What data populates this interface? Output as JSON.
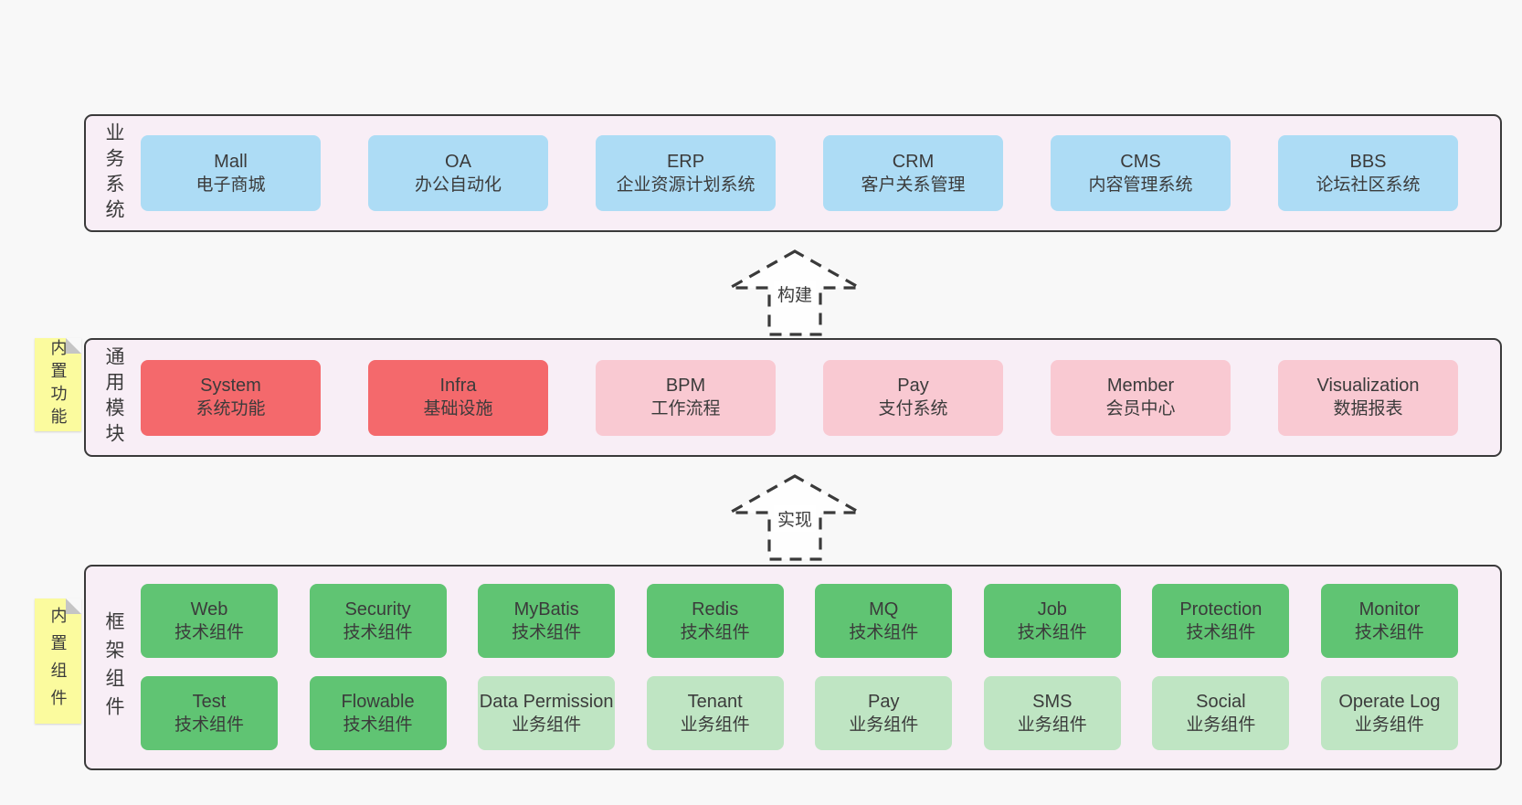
{
  "bands": [
    {
      "label": "业务系统",
      "boxes": [
        {
          "name": "Mall",
          "desc": "电子商城"
        },
        {
          "name": "OA",
          "desc": "办公自动化"
        },
        {
          "name": "ERP",
          "desc": "企业资源计划系统"
        },
        {
          "name": "CRM",
          "desc": "客户关系管理"
        },
        {
          "name": "CMS",
          "desc": "内容管理系统"
        },
        {
          "name": "BBS",
          "desc": "论坛社区系统"
        }
      ]
    },
    {
      "label": "通用模块",
      "note": "内置功能",
      "boxes": [
        {
          "name": "System",
          "desc": "系统功能"
        },
        {
          "name": "Infra",
          "desc": "基础设施"
        },
        {
          "name": "BPM",
          "desc": "工作流程"
        },
        {
          "name": "Pay",
          "desc": "支付系统"
        },
        {
          "name": "Member",
          "desc": "会员中心"
        },
        {
          "name": "Visualization",
          "desc": "数据报表"
        }
      ]
    },
    {
      "label": "框架组件",
      "note": "内置组件",
      "rows": [
        [
          {
            "name": "Web",
            "desc": "技术组件"
          },
          {
            "name": "Security",
            "desc": "技术组件"
          },
          {
            "name": "MyBatis",
            "desc": "技术组件"
          },
          {
            "name": "Redis",
            "desc": "技术组件"
          },
          {
            "name": "MQ",
            "desc": "技术组件"
          },
          {
            "name": "Job",
            "desc": "技术组件"
          },
          {
            "name": "Protection",
            "desc": "技术组件"
          },
          {
            "name": "Monitor",
            "desc": "技术组件"
          }
        ],
        [
          {
            "name": "Test",
            "desc": "技术组件"
          },
          {
            "name": "Flowable",
            "desc": "技术组件"
          },
          {
            "name": "Data Permission",
            "desc": "业务组件"
          },
          {
            "name": "Tenant",
            "desc": "业务组件"
          },
          {
            "name": "Pay",
            "desc": "业务组件"
          },
          {
            "name": "SMS",
            "desc": "业务组件"
          },
          {
            "name": "Social",
            "desc": "业务组件"
          },
          {
            "name": "Operate Log",
            "desc": "业务组件"
          }
        ]
      ]
    }
  ],
  "arrows": [
    {
      "label": "构建"
    },
    {
      "label": "实现"
    }
  ],
  "colors": {
    "page_bg": "#f8f8f8",
    "band_bg": "#f8eef6",
    "band_border": "#3a3a3a",
    "blue_box": "#addcf5",
    "red_box": "#f4696c",
    "pink_box": "#f9c9d2",
    "green_box": "#60c473",
    "light_green_box": "#bfe5c3",
    "note_yellow": "#fbfb9e",
    "note_fold_gray": "#c5c5c5",
    "text": "#3b3b3b"
  }
}
